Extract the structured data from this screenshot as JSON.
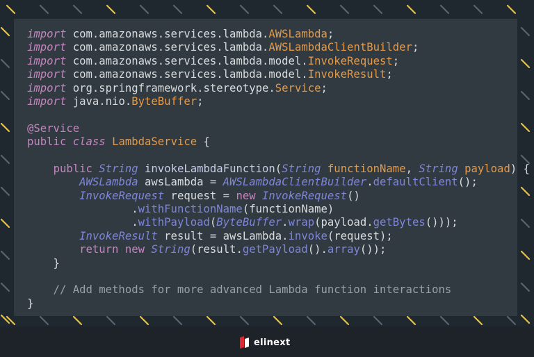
{
  "code": {
    "lines": [
      [
        [
          "imp",
          "import"
        ],
        [
          "t",
          " com.amazonaws.services.lambda."
        ],
        [
          "cls",
          "AWSLambda"
        ],
        [
          "t",
          ";"
        ]
      ],
      [
        [
          "imp",
          "import"
        ],
        [
          "t",
          " com.amazonaws.services.lambda."
        ],
        [
          "cls",
          "AWSLambdaClientBuilder"
        ],
        [
          "t",
          ";"
        ]
      ],
      [
        [
          "imp",
          "import"
        ],
        [
          "t",
          " com.amazonaws.services.lambda.model."
        ],
        [
          "cls",
          "InvokeRequest"
        ],
        [
          "t",
          ";"
        ]
      ],
      [
        [
          "imp",
          "import"
        ],
        [
          "t",
          " com.amazonaws.services.lambda.model."
        ],
        [
          "cls",
          "InvokeResult"
        ],
        [
          "t",
          ";"
        ]
      ],
      [
        [
          "imp",
          "import"
        ],
        [
          "t",
          " org.springframework.stereotype."
        ],
        [
          "cls",
          "Service"
        ],
        [
          "t",
          ";"
        ]
      ],
      [
        [
          "imp",
          "import"
        ],
        [
          "t",
          " java.nio."
        ],
        [
          "cls",
          "ByteBuffer"
        ],
        [
          "t",
          ";"
        ]
      ],
      [],
      [
        [
          "ann",
          "@Service"
        ]
      ],
      [
        [
          "kw",
          "public"
        ],
        [
          "t",
          " "
        ],
        [
          "kw it",
          "class"
        ],
        [
          "t",
          " "
        ],
        [
          "cls",
          "LambdaService"
        ],
        [
          "t",
          " {"
        ]
      ],
      [],
      [
        [
          "t",
          "    "
        ],
        [
          "kw",
          "public"
        ],
        [
          "t",
          " "
        ],
        [
          "typ",
          "String"
        ],
        [
          "t",
          " "
        ],
        [
          "fn",
          "invokeLambdaFunction"
        ],
        [
          "t",
          "("
        ],
        [
          "typ",
          "String"
        ],
        [
          "t",
          " "
        ],
        [
          "param",
          "functionName"
        ],
        [
          "t",
          ", "
        ],
        [
          "typ",
          "String"
        ],
        [
          "t",
          " "
        ],
        [
          "param",
          "payload"
        ],
        [
          "t",
          ") {"
        ]
      ],
      [
        [
          "t",
          "        "
        ],
        [
          "typ",
          "AWSLambda"
        ],
        [
          "t",
          " awsLambda = "
        ],
        [
          "typ",
          "AWSLambdaClientBuilder"
        ],
        [
          "t",
          "."
        ],
        [
          "mth",
          "defaultClient"
        ],
        [
          "t",
          "();"
        ]
      ],
      [
        [
          "t",
          "        "
        ],
        [
          "typ",
          "InvokeRequest"
        ],
        [
          "t",
          " request = "
        ],
        [
          "kw",
          "new"
        ],
        [
          "t",
          " "
        ],
        [
          "typ",
          "InvokeRequest"
        ],
        [
          "t",
          "()"
        ]
      ],
      [
        [
          "t",
          "                ."
        ],
        [
          "mth",
          "withFunctionName"
        ],
        [
          "t",
          "(functionName)"
        ]
      ],
      [
        [
          "t",
          "                ."
        ],
        [
          "mth",
          "withPayload"
        ],
        [
          "t",
          "("
        ],
        [
          "typ",
          "ByteBuffer"
        ],
        [
          "t",
          "."
        ],
        [
          "mth",
          "wrap"
        ],
        [
          "t",
          "(payload."
        ],
        [
          "mth",
          "getBytes"
        ],
        [
          "t",
          "()));"
        ]
      ],
      [
        [
          "t",
          "        "
        ],
        [
          "typ",
          "InvokeResult"
        ],
        [
          "t",
          " result = awsLambda."
        ],
        [
          "mth",
          "invoke"
        ],
        [
          "t",
          "(request);"
        ]
      ],
      [
        [
          "t",
          "        "
        ],
        [
          "kw",
          "return"
        ],
        [
          "t",
          " "
        ],
        [
          "kw",
          "new"
        ],
        [
          "t",
          " "
        ],
        [
          "typ",
          "String"
        ],
        [
          "t",
          "(result."
        ],
        [
          "mth",
          "getPayload"
        ],
        [
          "t",
          "()."
        ],
        [
          "mth",
          "array"
        ],
        [
          "t",
          "());"
        ]
      ],
      [
        [
          "t",
          "    }"
        ]
      ],
      [],
      [
        [
          "cmt",
          "    // Add methods for more advanced Lambda function interactions"
        ]
      ],
      [
        [
          "t",
          "}"
        ]
      ]
    ]
  },
  "footer": {
    "logo_text": "elinext"
  },
  "colors": {
    "background": "#1f272f",
    "panel": "#303a40",
    "keyword": "#c586c0",
    "class_name": "#e39a4b",
    "type": "#7f86d8",
    "comment": "#98a1a8",
    "accent_stripe": "#f2c230",
    "logo_red": "#e3262f"
  }
}
